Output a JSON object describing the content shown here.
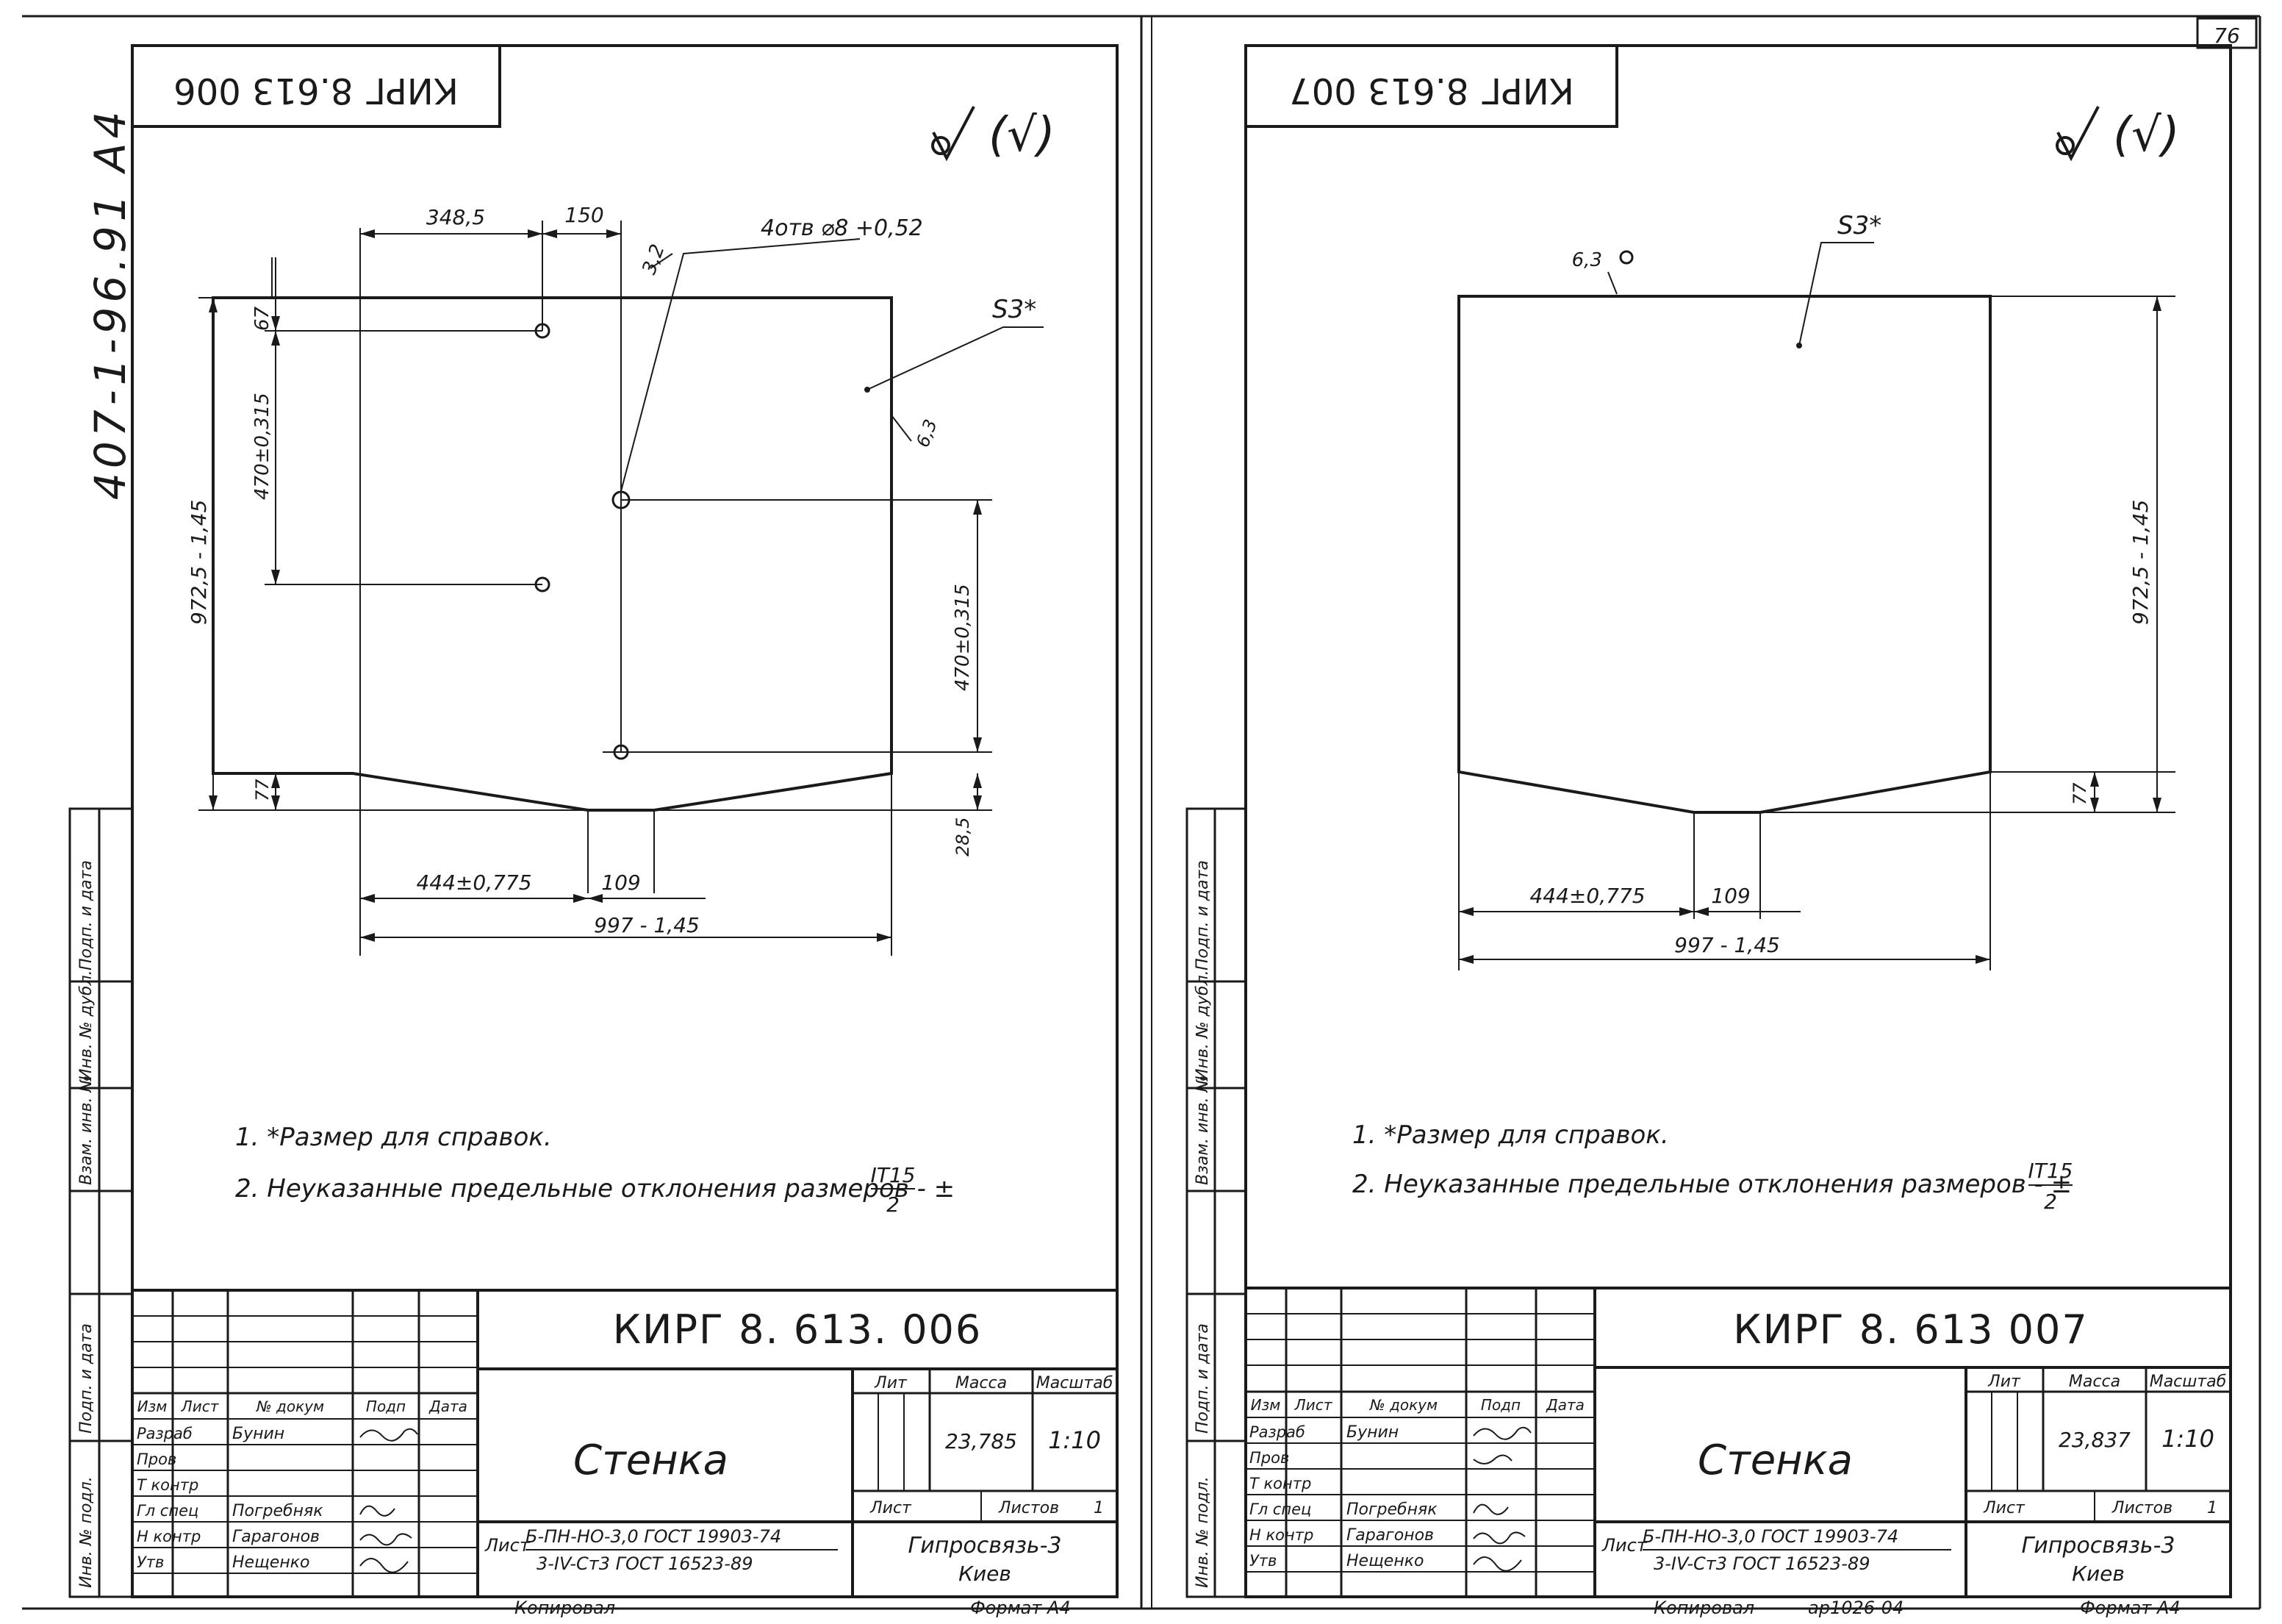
{
  "page_number": "76",
  "side_code": "407-1-96.91  А4",
  "side_labels": [
    "Подп. и дата",
    "Инв. № дубл.",
    "Взам. инв. №",
    "Подп. и дата",
    "Инв. № подл."
  ],
  "surface_mark": "(√)",
  "sheets": [
    {
      "id": "left",
      "mirrored_code": "КИРГ 8.613 006",
      "doc_code": "КИРГ 8. 613. 006",
      "dims": {
        "top_348": "348,5",
        "top_150": "150",
        "holes_note": "4отв ⌀8 +0,52",
        "roughness_32": "3,2",
        "s3": "S3*",
        "roughness_63": "6,3",
        "dim_67": "67",
        "dim_470_left": "470±0,315",
        "dim_972": "972,5 - 1,45",
        "dim_470_right": "470±0,315",
        "dim_77": "77",
        "dim_28": "28,5",
        "dim_444": "444±0,775",
        "dim_109": "109",
        "dim_997": "997 - 1,45"
      },
      "notes": [
        "1. *Размер для справок.",
        "2. Неуказанные предельные отклонения размеров - ±",
        "IT15",
        "2"
      ],
      "title_block": {
        "header_cells": [
          "Изм",
          "Лист",
          "№ докум",
          "Подп",
          "Дата"
        ],
        "roles": [
          "Разраб",
          "Пров",
          "Т контр",
          "Гл спец",
          "Н контр",
          "Утв"
        ],
        "names": [
          "Бунин",
          "",
          "",
          "Погребняк",
          "Гарагонов",
          "Нещенко"
        ],
        "part_name": "Стенка",
        "col_lit": "Лит",
        "col_mass": "Масса",
        "col_scale": "Масштаб",
        "mass": "23,785",
        "scale": "1:10",
        "sheet_label": "Лист",
        "sheets_label": "Листов",
        "sheets_count": "1",
        "material_prefix": "Лист",
        "material_top": "Б-ПН-НО-3,0 ГОСТ 19903-74",
        "material_bottom": "3-IV-Ст3 ГОСТ 16523-89",
        "org": "Гипросвязь-3",
        "city": "Киев"
      },
      "footer_copied": "Копировал",
      "footer_extra": "",
      "footer_format": "Формат А4"
    },
    {
      "id": "right",
      "mirrored_code": "КИРГ 8.613 007",
      "doc_code": "КИРГ 8. 613 007",
      "dims": {
        "roughness_63": "6,3",
        "s3": "S3*",
        "dim_972": "972,5 - 1,45",
        "dim_77": "77",
        "dim_444": "444±0,775",
        "dim_109": "109",
        "dim_997": "997 - 1,45"
      },
      "notes": [
        "1. *Размер для справок.",
        "2. Неуказанные предельные отклонения размеров - ±",
        "IT15",
        "2"
      ],
      "title_block": {
        "header_cells": [
          "Изм",
          "Лист",
          "№ докум",
          "Подп",
          "Дата"
        ],
        "roles": [
          "Разраб",
          "Пров",
          "Т контр",
          "Гл спец",
          "Н контр",
          "Утв"
        ],
        "names": [
          "Бунин",
          "",
          "",
          "Погребняк",
          "Гарагонов",
          "Нещенко"
        ],
        "part_name": "Стенка",
        "col_lit": "Лит",
        "col_mass": "Масса",
        "col_scale": "Масштаб",
        "mass": "23,837",
        "scale": "1:10",
        "sheet_label": "Лист",
        "sheets_label": "Листов",
        "sheets_count": "1",
        "material_prefix": "Лист",
        "material_top": "Б-ПН-НО-3,0 ГОСТ 19903-74",
        "material_bottom": "3-IV-Ст3 ГОСТ 16523-89",
        "org": "Гипросвязь-3",
        "city": "Киев"
      },
      "footer_copied": "Копировал",
      "footer_extra": "ар1026-04",
      "footer_format": "Формат А4"
    }
  ]
}
